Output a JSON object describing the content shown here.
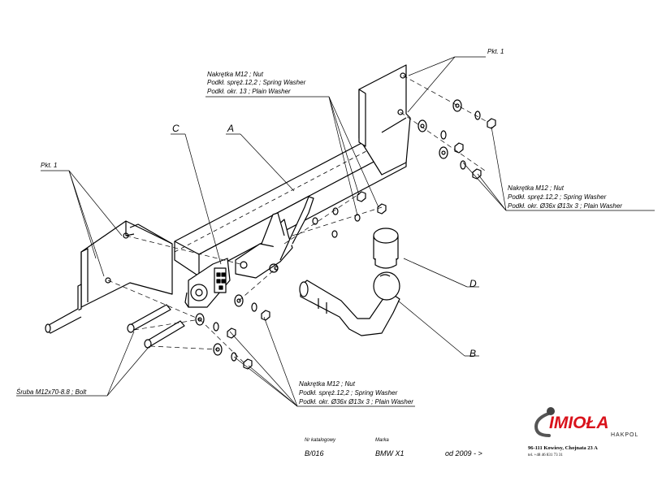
{
  "labels": {
    "pkt_top_right": "Pkt. 1",
    "pkt_left": "Pkt. 1",
    "part_c": "C",
    "part_a": "A",
    "part_d": "D",
    "part_b": "B"
  },
  "top_note": {
    "line1": "Nakrętka  M12 ; Nut",
    "line2": "Podkł. spręż.12,2 ; Spring Washer",
    "line3": "Podkł. okr. 13 ; Plain Washer"
  },
  "right_note": {
    "line1": "Nakrętka  M12 ; Nut",
    "line2": "Podkł. spręż.12,2 ; Spring Washer",
    "line3": "Podkł. okr.  Ø36x Ø13x 3 ; Plain Washer"
  },
  "bottom_note": {
    "line1": "Nakrętka  M12 ; Nut",
    "line2": "Podkł. spręż.12,2 ; Spring Washer",
    "line3": "Podkł. okr.  Ø36x Ø13x 3 ; Plain Washer"
  },
  "bolt_note": "Śruba M12x70-8.8 ;  Bolt",
  "footer": {
    "catalog_label": "Nr katalogowy",
    "catalog_value": "B/016",
    "make_label": "Marka",
    "make_value": "BMW X1",
    "year_value": "od  2009 - >"
  },
  "logo": {
    "brand": "IMIOŁA",
    "sub": "HAKPOL",
    "address": "96-111 Kowiesy, Chojnata 23 A",
    "phone": "tel. +48 46 831 73 31"
  }
}
